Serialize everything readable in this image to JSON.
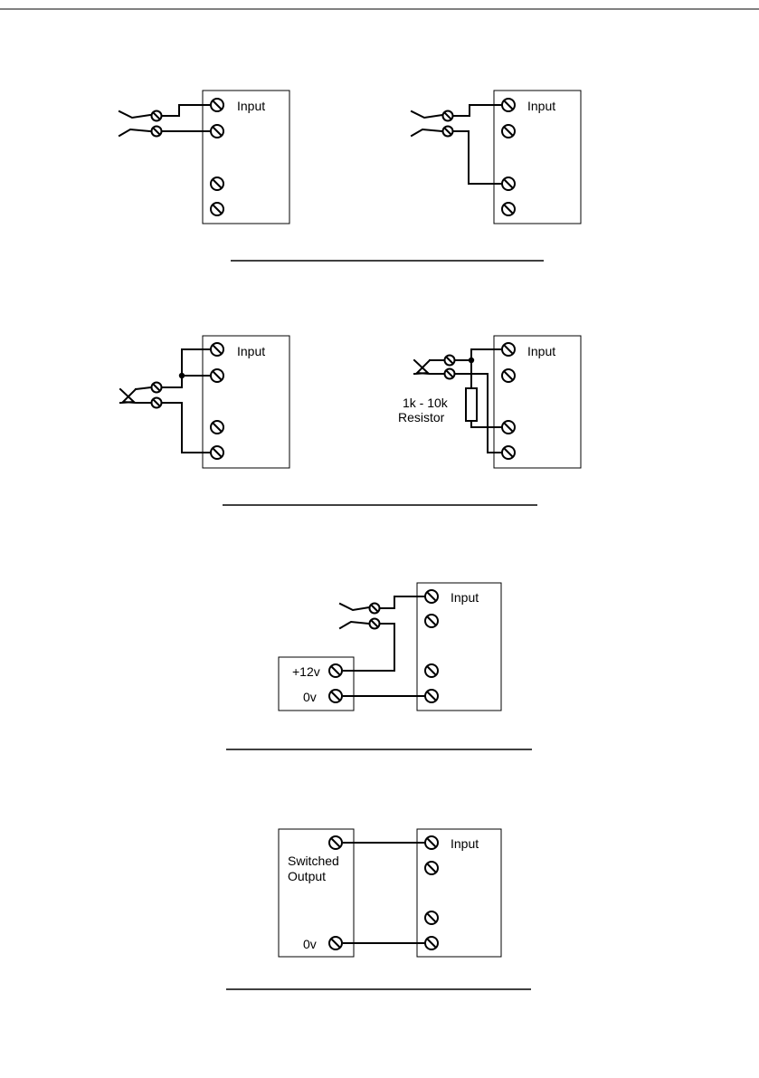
{
  "labels": {
    "input": "Input",
    "resistor_line1": "1k - 10k",
    "resistor_line2": "Resistor",
    "plus12v": "+12v",
    "zero_v": "0v",
    "switched_line1": "Switched",
    "switched_line2": "Output"
  }
}
